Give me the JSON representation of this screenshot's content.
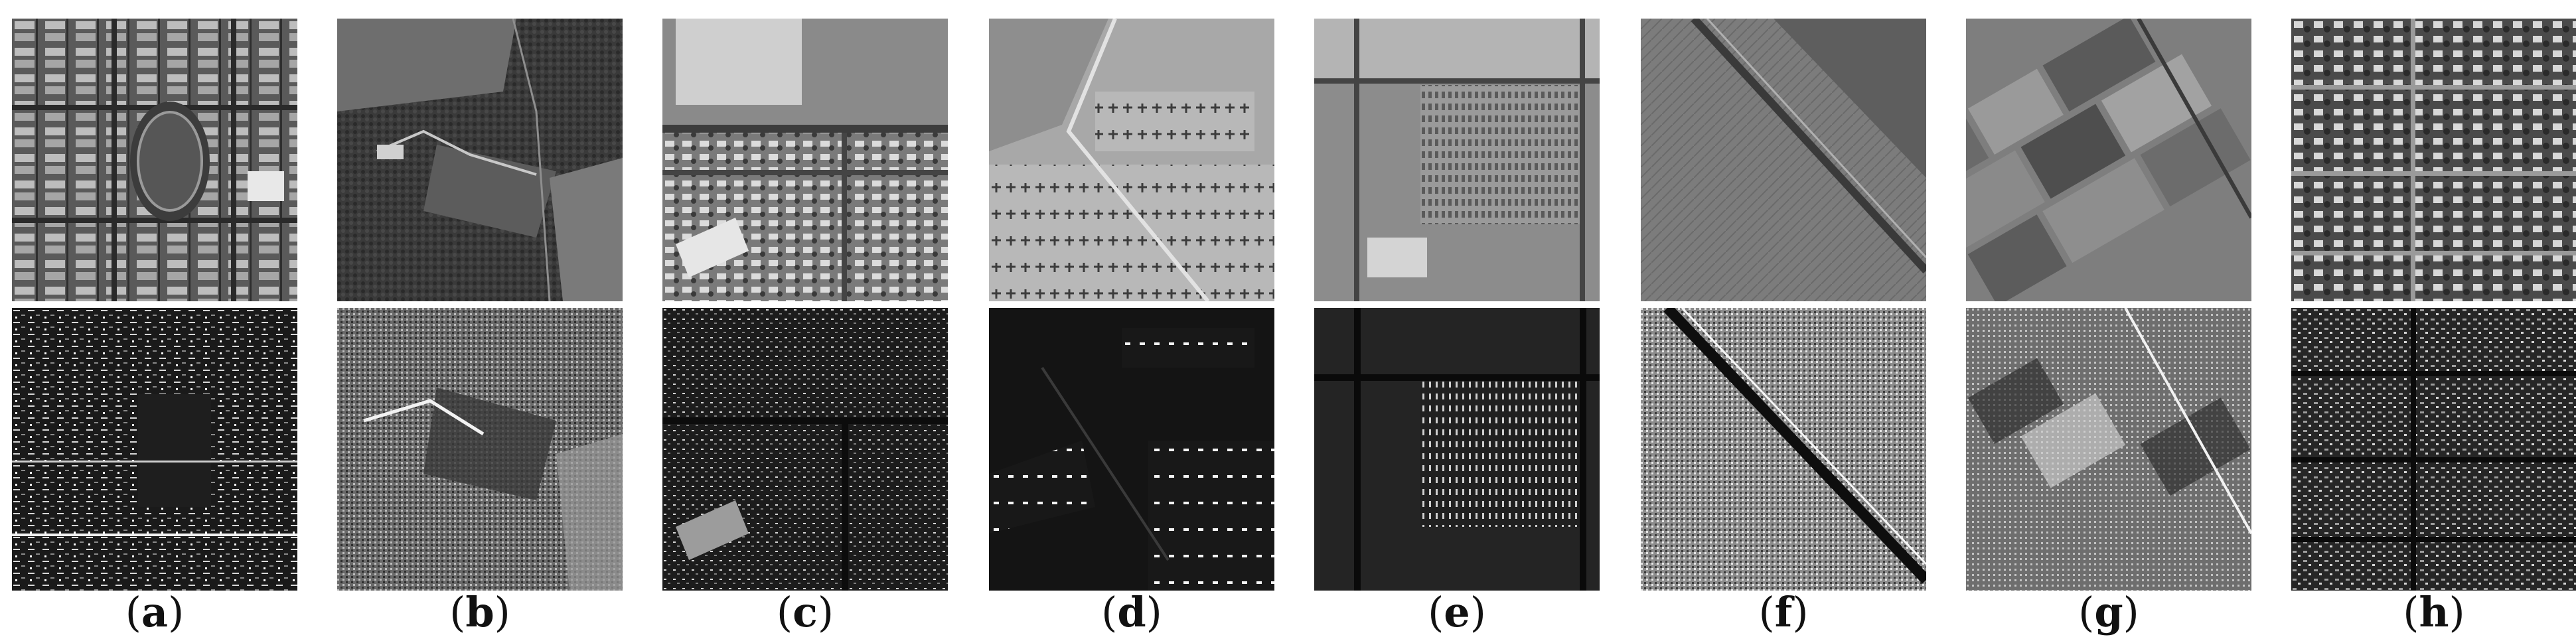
{
  "figure": {
    "panels": [
      {
        "id": "a",
        "label": "a",
        "optical_icon": "urban-grid-optical-image",
        "sar_icon": "urban-grid-sar-image"
      },
      {
        "id": "b",
        "label": "b",
        "optical_icon": "rural-fields-optical-image",
        "sar_icon": "rural-fields-sar-image"
      },
      {
        "id": "c",
        "label": "c",
        "optical_icon": "suburban-optical-image",
        "sar_icon": "suburban-sar-image"
      },
      {
        "id": "d",
        "label": "d",
        "optical_icon": "aircraft-boneyard-optical-image",
        "sar_icon": "aircraft-boneyard-sar-image"
      },
      {
        "id": "e",
        "label": "e",
        "optical_icon": "vehicle-lot-optical-image",
        "sar_icon": "vehicle-lot-sar-image"
      },
      {
        "id": "f",
        "label": "f",
        "optical_icon": "canal-farmland-optical-image",
        "sar_icon": "canal-farmland-sar-image"
      },
      {
        "id": "g",
        "label": "g",
        "optical_icon": "paddy-fields-optical-image",
        "sar_icon": "paddy-fields-sar-image"
      },
      {
        "id": "h",
        "label": "h",
        "optical_icon": "dense-residential-optical-image",
        "sar_icon": "dense-residential-sar-image"
      }
    ],
    "colors": {
      "background": "#ffffff",
      "caption_text": "#111111"
    }
  }
}
